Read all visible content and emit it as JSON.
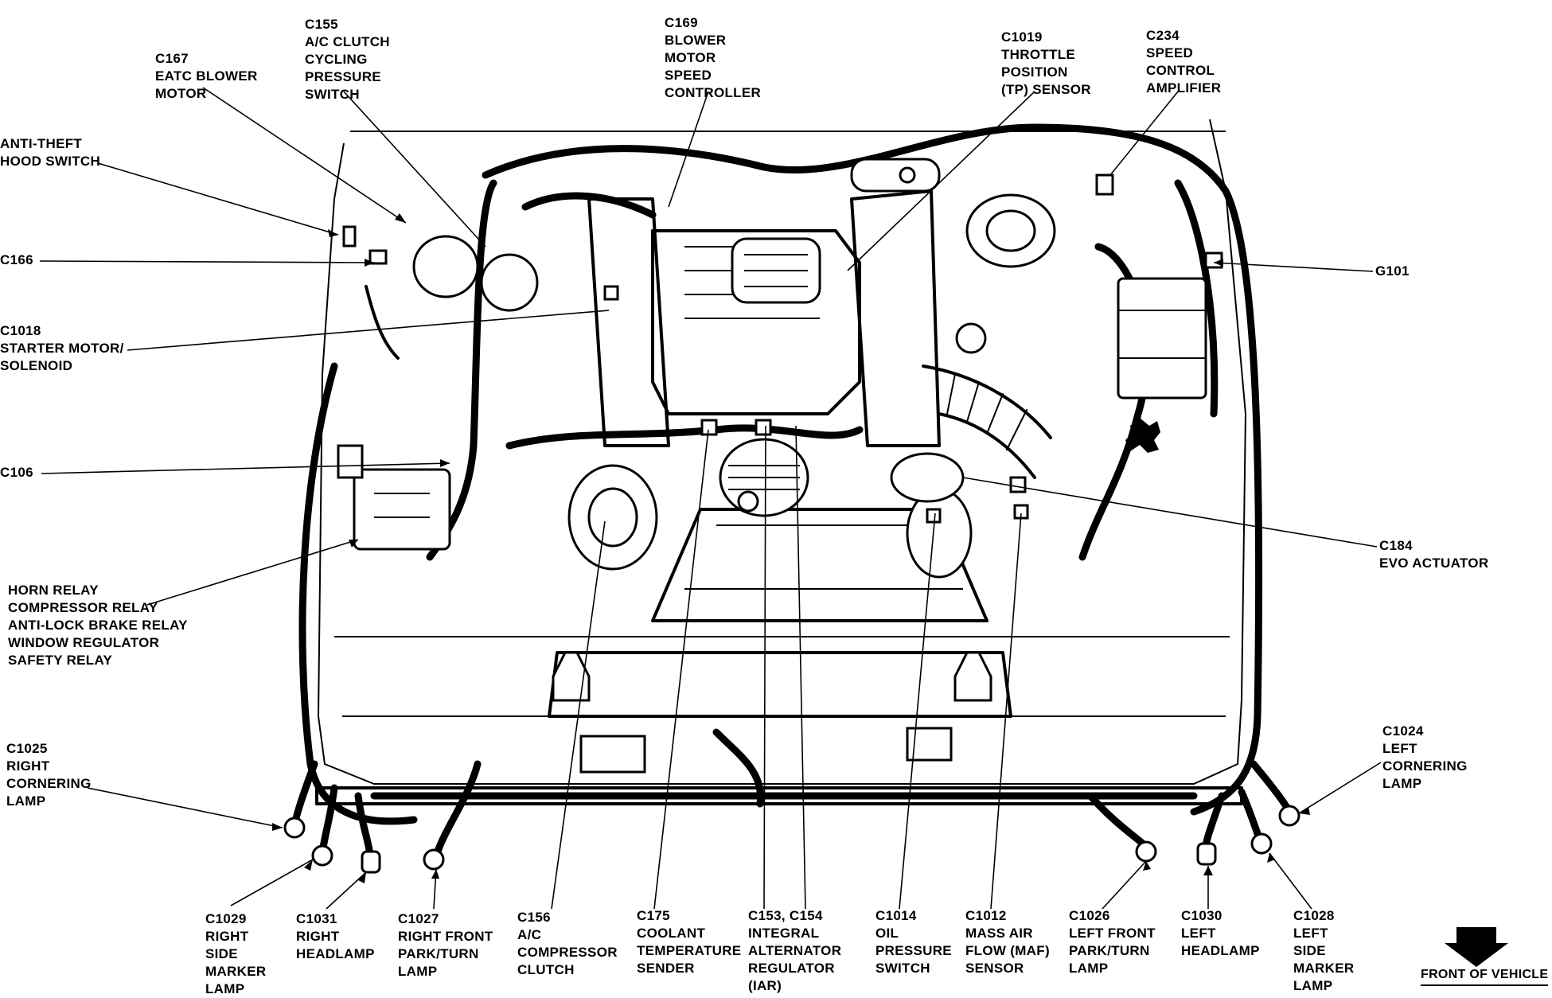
{
  "callouts": {
    "c167": "C167\nEATC BLOWER\nMOTOR",
    "c155": "C155\nA/C CLUTCH\nCYCLING\nPRESSURE\nSWITCH",
    "c169": "C169\nBLOWER\nMOTOR\nSPEED\nCONTROLLER",
    "c1019": "C1019\nTHROTTLE\nPOSITION\n(TP) SENSOR",
    "c234": "C234\nSPEED\nCONTROL\nAMPLIFIER",
    "anti_theft": "ANTI-THEFT\nHOOD SWITCH",
    "c166": "C166",
    "c1018": "C1018\nSTARTER MOTOR/\nSOLENOID",
    "g101": "G101",
    "c106": "C106",
    "c184": "C184\nEVO ACTUATOR",
    "relays": "HORN RELAY\nCOMPRESSOR RELAY\nANTI-LOCK BRAKE RELAY\nWINDOW REGULATOR\nSAFETY RELAY",
    "c1025": "C1025\nRIGHT\nCORNERING\nLAMP",
    "c1024": "C1024\nLEFT\nCORNERING\nLAMP",
    "c1029": "C1029\nRIGHT\nSIDE\nMARKER\nLAMP",
    "c1031": "C1031\nRIGHT\nHEADLAMP",
    "c1027": "C1027\nRIGHT FRONT\nPARK/TURN\nLAMP",
    "c156": "C156\nA/C\nCOMPRESSOR\nCLUTCH",
    "c175": "C175\nCOOLANT\nTEMPERATURE\nSENDER",
    "c153": "C153, C154\nINTEGRAL\nALTERNATOR\nREGULATOR\n(IAR)",
    "c1014": "C1014\nOIL\nPRESSURE\nSWITCH",
    "c1012": "C1012\nMASS AIR\nFLOW (MAF)\nSENSOR",
    "c1026": "C1026\nLEFT FRONT\nPARK/TURN\nLAMP",
    "c1030": "C1030\nLEFT\nHEADLAMP",
    "c1028": "C1028\nLEFT\nSIDE\nMARKER\nLAMP"
  },
  "orientation": {
    "label": "FRONT OF VEHICLE",
    "icon": "down-arrow-icon"
  }
}
